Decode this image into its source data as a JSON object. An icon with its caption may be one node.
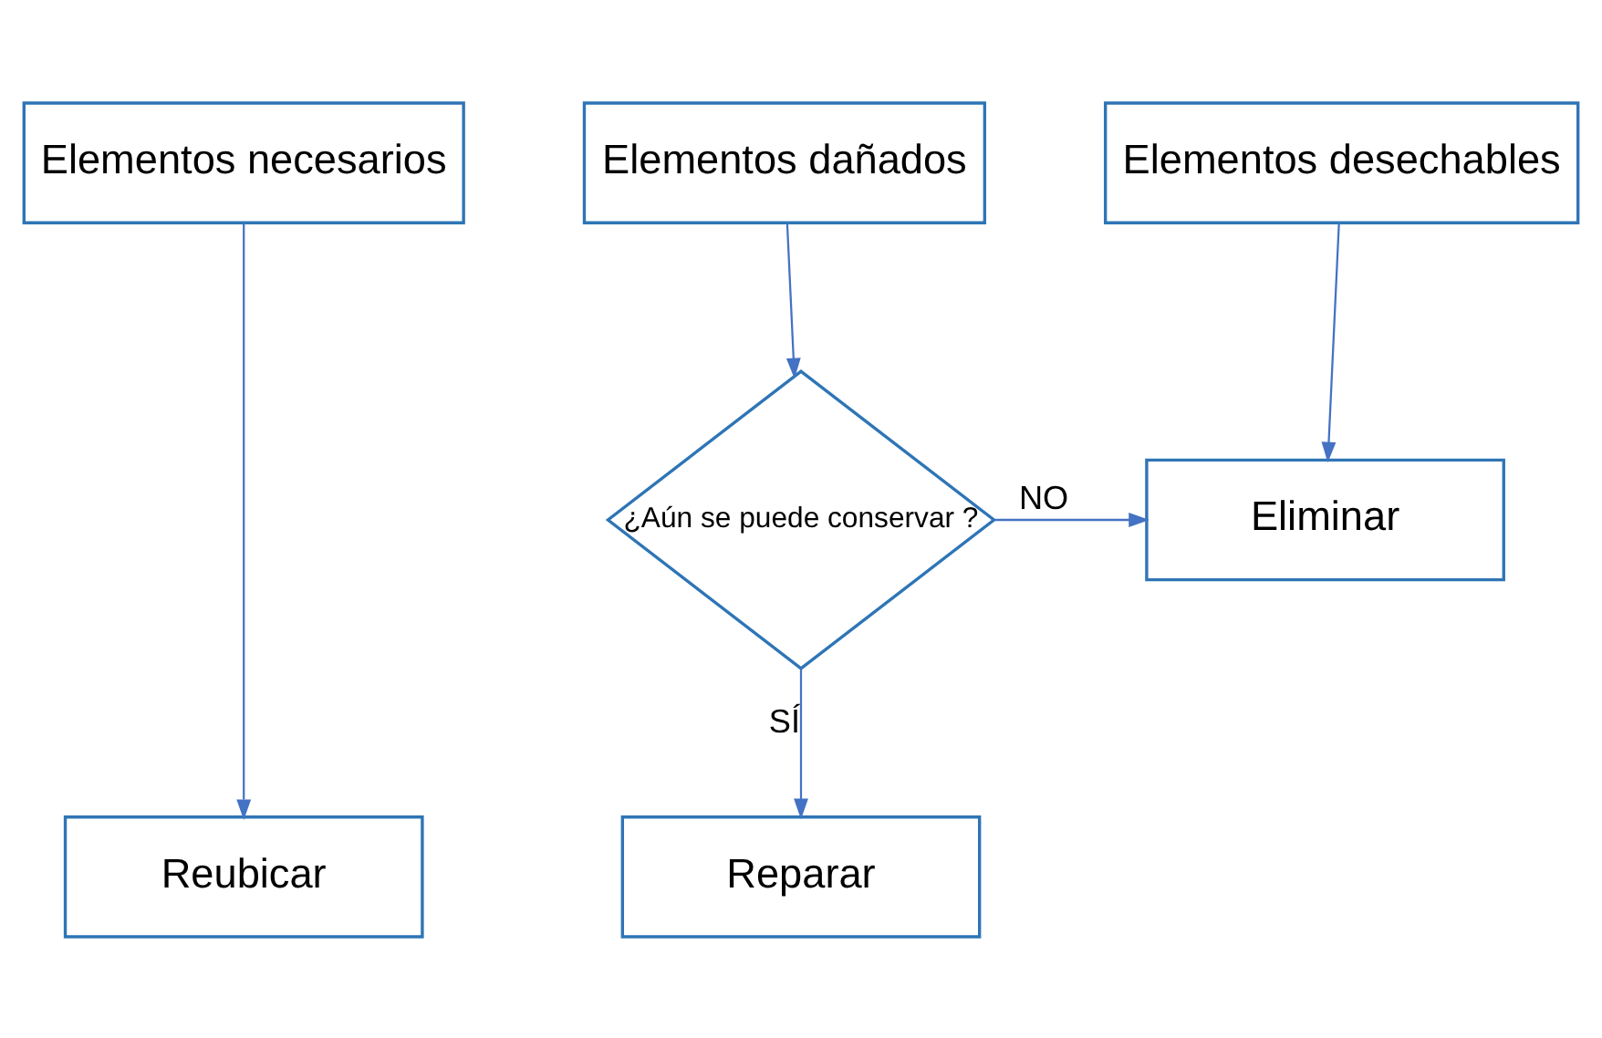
{
  "diagram": {
    "nodes": [
      {
        "text": [
          "Elementos necesarios"
        ]
      },
      {
        "text": [
          "Elementos dañados"
        ]
      },
      {
        "text": [
          "Elementos desechables"
        ]
      },
      {
        "text": [
          "¿Aún se puede conservar ?"
        ]
      },
      {
        "text": [
          "Eliminar"
        ]
      },
      {
        "text": [
          "Reubicar"
        ]
      },
      {
        "text": [
          "Reparar"
        ]
      }
    ],
    "edges": [
      {
        "from": 0,
        "to": 5,
        "arrow": "to"
      },
      {
        "from": 1,
        "to": 3,
        "arrow": "to"
      },
      {
        "from": 2,
        "to": 4,
        "arrow": "to"
      },
      {
        "from": 3,
        "to": 4,
        "arrow": "to",
        "label": "NO"
      },
      {
        "from": 3,
        "to": 6,
        "arrow": "to",
        "label": "SÍ"
      }
    ]
  }
}
